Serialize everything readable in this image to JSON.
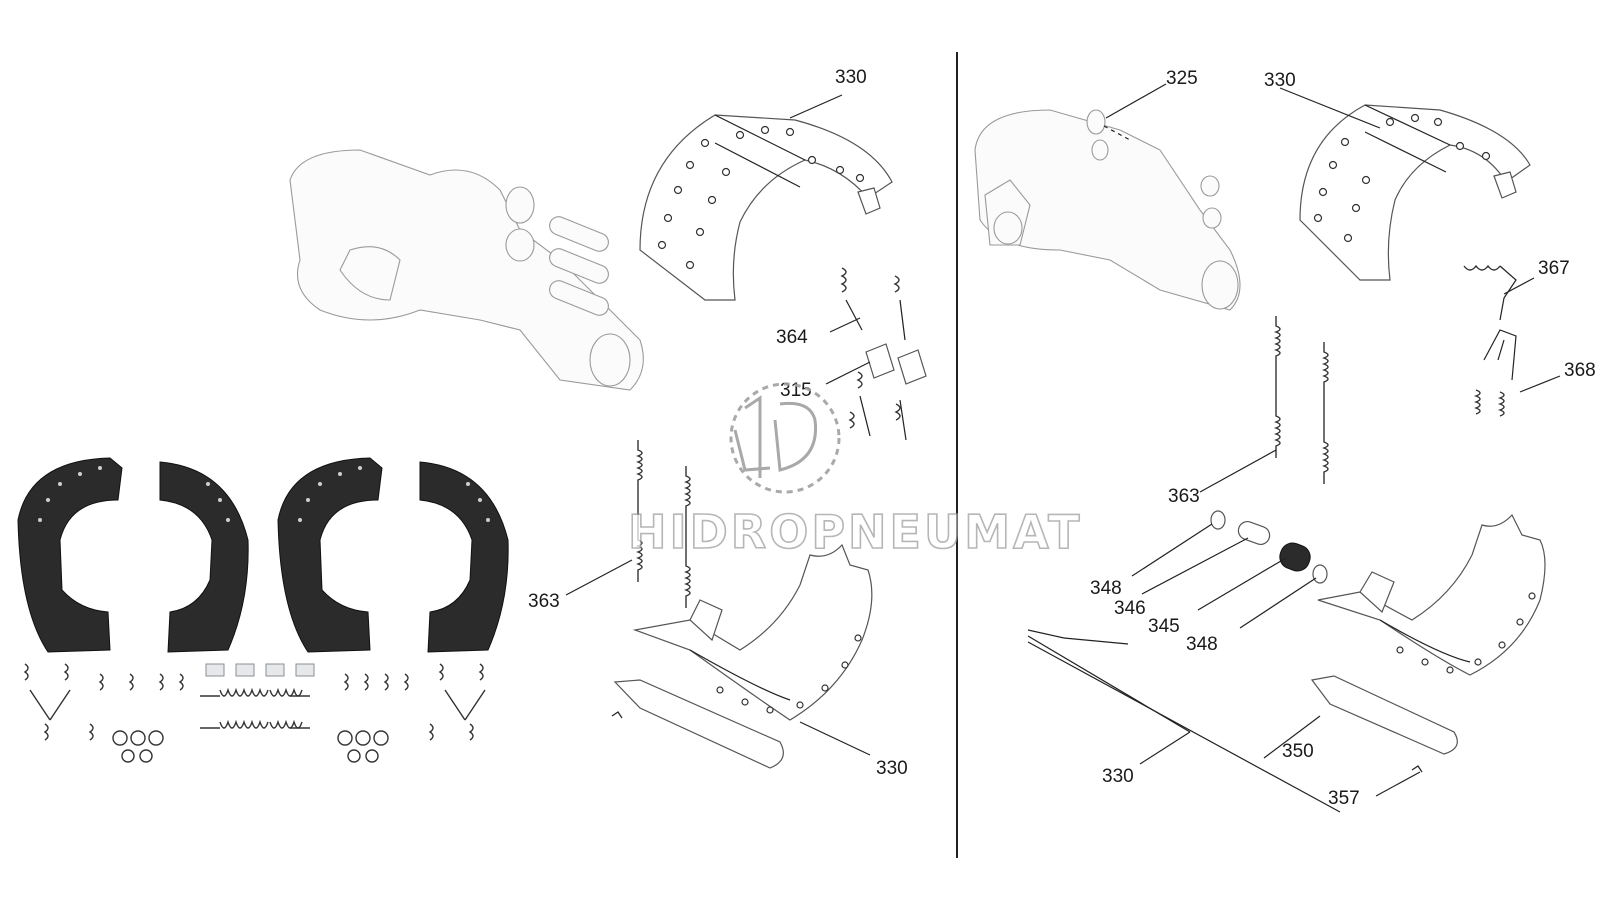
{
  "left_view": {
    "callouts": [
      {
        "id": "l330a",
        "text": "330"
      },
      {
        "id": "l364",
        "text": "364"
      },
      {
        "id": "l315",
        "text": "315"
      },
      {
        "id": "l363",
        "text": "363"
      },
      {
        "id": "l330b",
        "text": "330"
      }
    ]
  },
  "right_view": {
    "callouts": [
      {
        "id": "r325",
        "text": "325"
      },
      {
        "id": "r330a",
        "text": "330"
      },
      {
        "id": "r367",
        "text": "367"
      },
      {
        "id": "r368",
        "text": "368"
      },
      {
        "id": "r363",
        "text": "363"
      },
      {
        "id": "r348a",
        "text": "348"
      },
      {
        "id": "r346",
        "text": "346"
      },
      {
        "id": "r345",
        "text": "345"
      },
      {
        "id": "r348b",
        "text": "348"
      },
      {
        "id": "r330b",
        "text": "330"
      },
      {
        "id": "r350",
        "text": "350"
      },
      {
        "id": "r357",
        "text": "357"
      }
    ]
  },
  "watermark": {
    "text": "HIDROPNEUMAT"
  },
  "colors": {
    "line": "#222222",
    "shoe_dark": "#2b2b2b",
    "spring_metal": "#8a8f96"
  }
}
